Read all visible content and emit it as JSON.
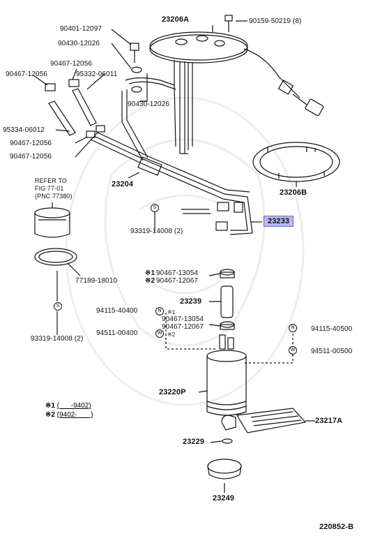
{
  "parts": {
    "p23206A": "23206A",
    "p90159": "90159-50219 (8)",
    "p90401": "90401-12097",
    "p90430a": "90430-12026",
    "p90467a": "90467-12056",
    "p90467b": "90467-12056",
    "p95332": "95332-06011",
    "p90430b": "90430-12026",
    "p95334": "95334-06012",
    "p90467c": "90467-12056",
    "p90467d": "90467-12056",
    "p23204": "23204",
    "p23206B": "23206B",
    "p23233": "23233",
    "p93319a": "93319-14008 (2)",
    "p77189": "77189-18010",
    "p93319b": "93319-14008 (2)",
    "p90467_13054a": "90467-13054",
    "p90467_12067a": "90467-12067",
    "p23239": "23239",
    "p94115a": "94115-40400",
    "p90467_13054b": "90467-13054",
    "p90467_12067b": "90467-12067",
    "p94511a": "94511-00400",
    "p94115b": "94115-40500",
    "p94511b": "94511-00500",
    "p23220P": "23220P",
    "p23217A": "23217A",
    "p23229": "23229",
    "p23249": "23249"
  },
  "marks": {
    "m1": "※1",
    "m2": "※2",
    "m1b": "※1",
    "m2b": "※2"
  },
  "refer": {
    "line1": "REFER TO",
    "line2": "FIG 77-01",
    "line3": "(PNC 77380)"
  },
  "legend": {
    "row1_mark": "※1",
    "row1_text": "(      -9402)",
    "row2_mark": "※2",
    "row2_text": "(9402-       )"
  },
  "symbols": {
    "S": "S",
    "N": "N",
    "W": "W"
  },
  "diagram_id": "220852-B",
  "colors": {
    "highlight_fill": "#b9b8ee",
    "highlight_border": "#6f6cc8",
    "line": "#111111"
  }
}
